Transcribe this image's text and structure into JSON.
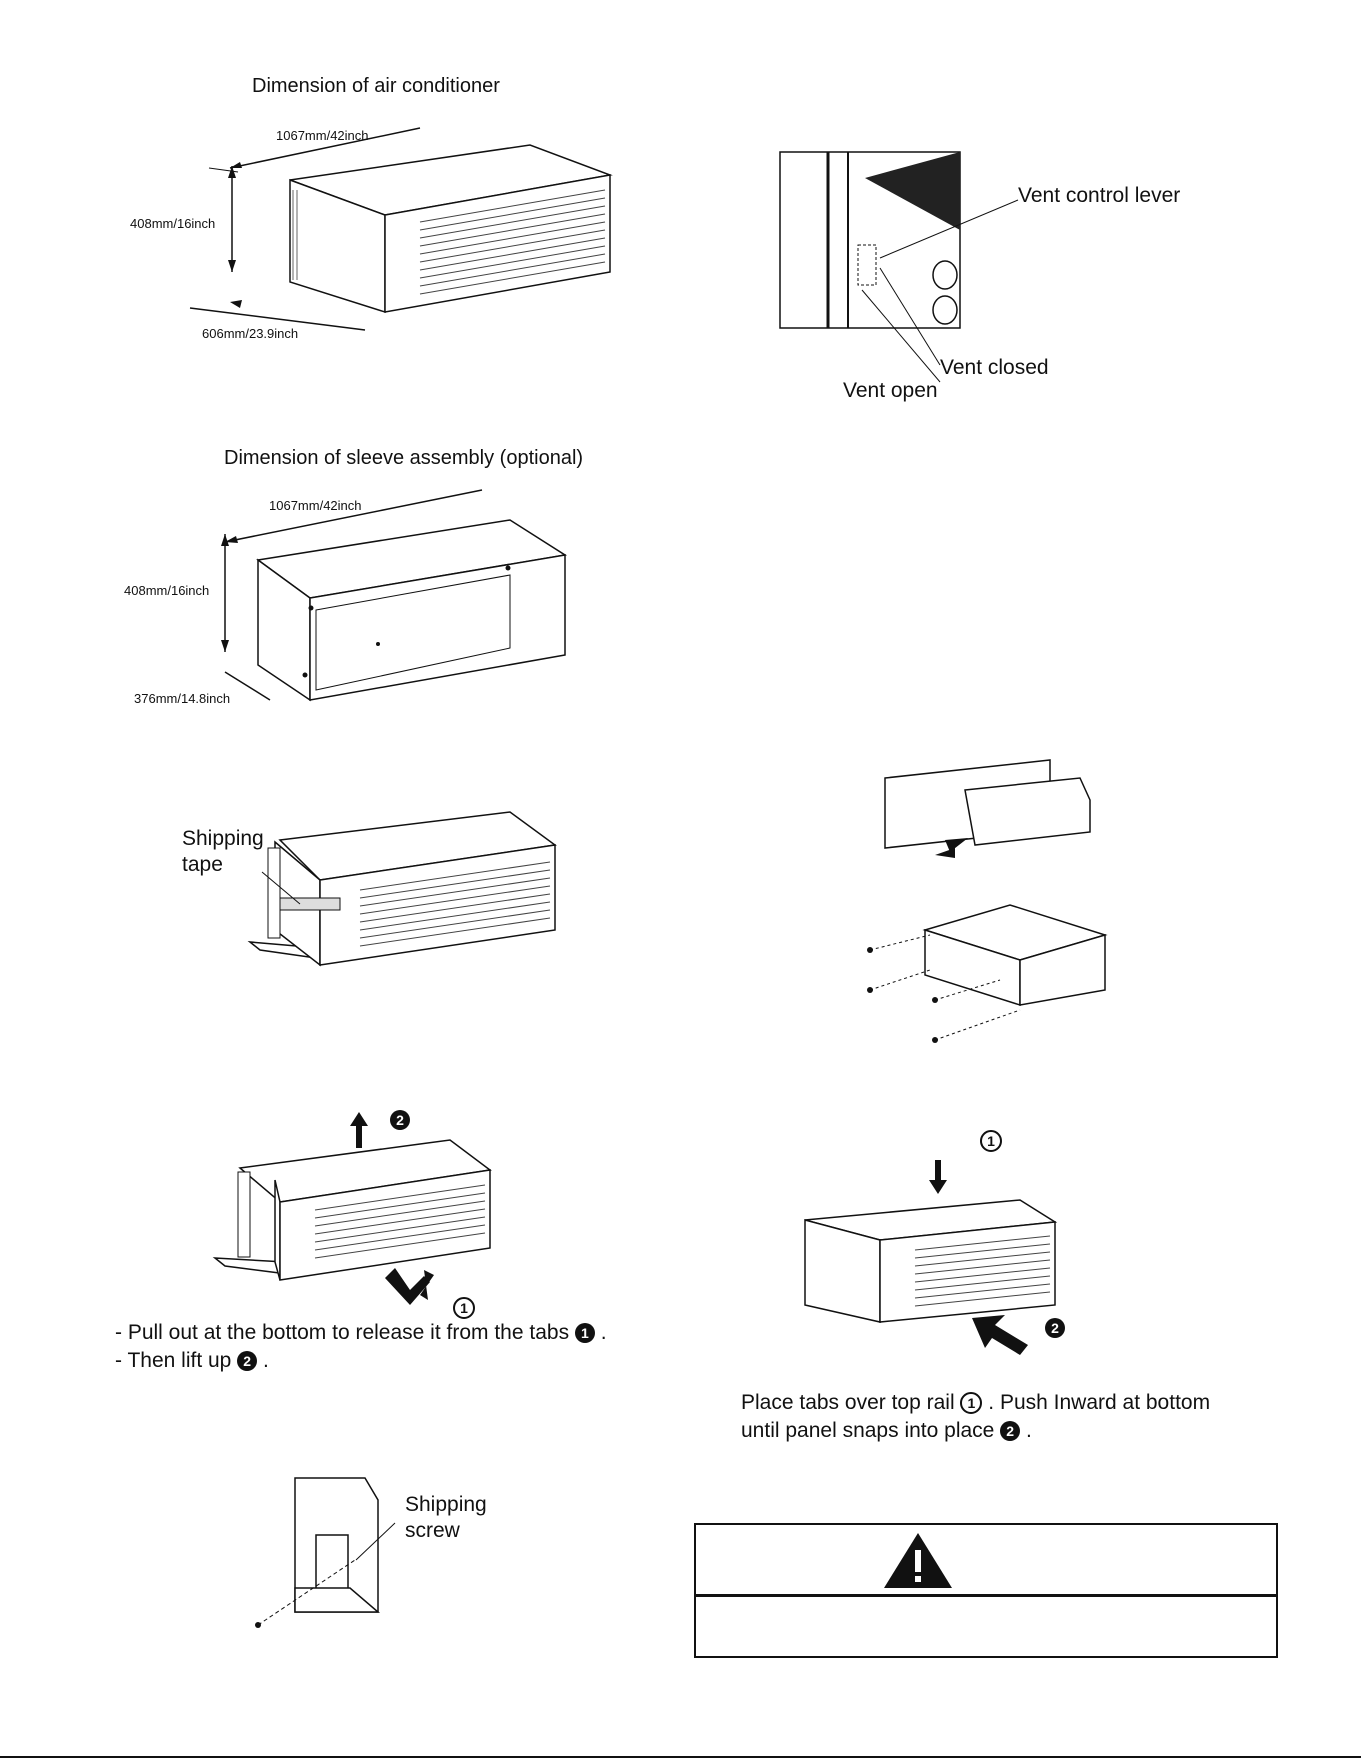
{
  "figure1": {
    "title": "Dimension of air conditioner",
    "width_label": "1067mm/42inch",
    "height_label": "408mm/16inch",
    "depth_label": "606mm/23.9inch"
  },
  "figure2": {
    "title": "Dimension of sleeve assembly (optional)",
    "width_label": "1067mm/42inch",
    "height_label": "408mm/16inch",
    "depth_label": "376mm/14.8inch"
  },
  "figure_vent": {
    "lever_label": "Vent control lever",
    "closed_label": "Vent closed",
    "open_label": "Vent open"
  },
  "figure_tape": {
    "label_line1": "Shipping",
    "label_line2": "tape"
  },
  "figure_remove_panel": {
    "step1_num": "1",
    "step2_num": "2",
    "instr_line1": "- Pull out at the bottom to release it from the tabs",
    "instr_line1_end": ".",
    "instr_line2": "- Then lift up",
    "instr_line2_end": "."
  },
  "figure_install_panel": {
    "step1_num": "1",
    "step2_num": "2",
    "instr_line1a": "Place tabs over top rail",
    "instr_line1b": ". Push Inward at bottom",
    "instr_line2a": "until panel snaps into place",
    "instr_line2b": "."
  },
  "figure_screw": {
    "label_line1": "Shipping",
    "label_line2": "screw"
  },
  "warning": {
    "icon": "warning-triangle-icon"
  }
}
